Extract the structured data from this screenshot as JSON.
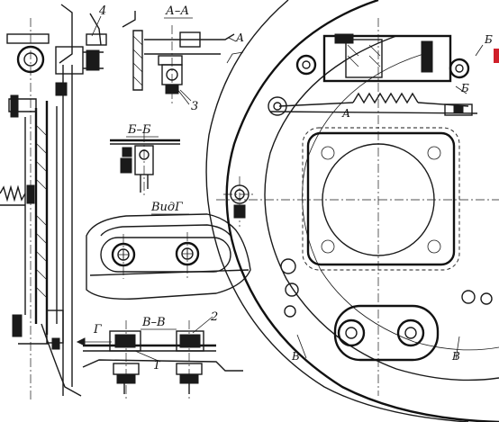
{
  "labels": {
    "section_aa": "А–А",
    "section_bb": "Б–Б",
    "section_vv": "В–В",
    "view_g": "ВидГ",
    "num_1": "1",
    "num_2": "2",
    "num_3": "3",
    "num_4": "4",
    "cut_a_top": "А",
    "cut_a_mid": "А",
    "cut_b_top": "Б",
    "cut_b_mid": "Б",
    "cut_v_left": "В",
    "cut_v_right": "В",
    "arrow_g": "Г"
  },
  "colors": {
    "ink": "#1a1a1a",
    "paper": "#ffffff",
    "accent_mark": "#d0202a"
  }
}
